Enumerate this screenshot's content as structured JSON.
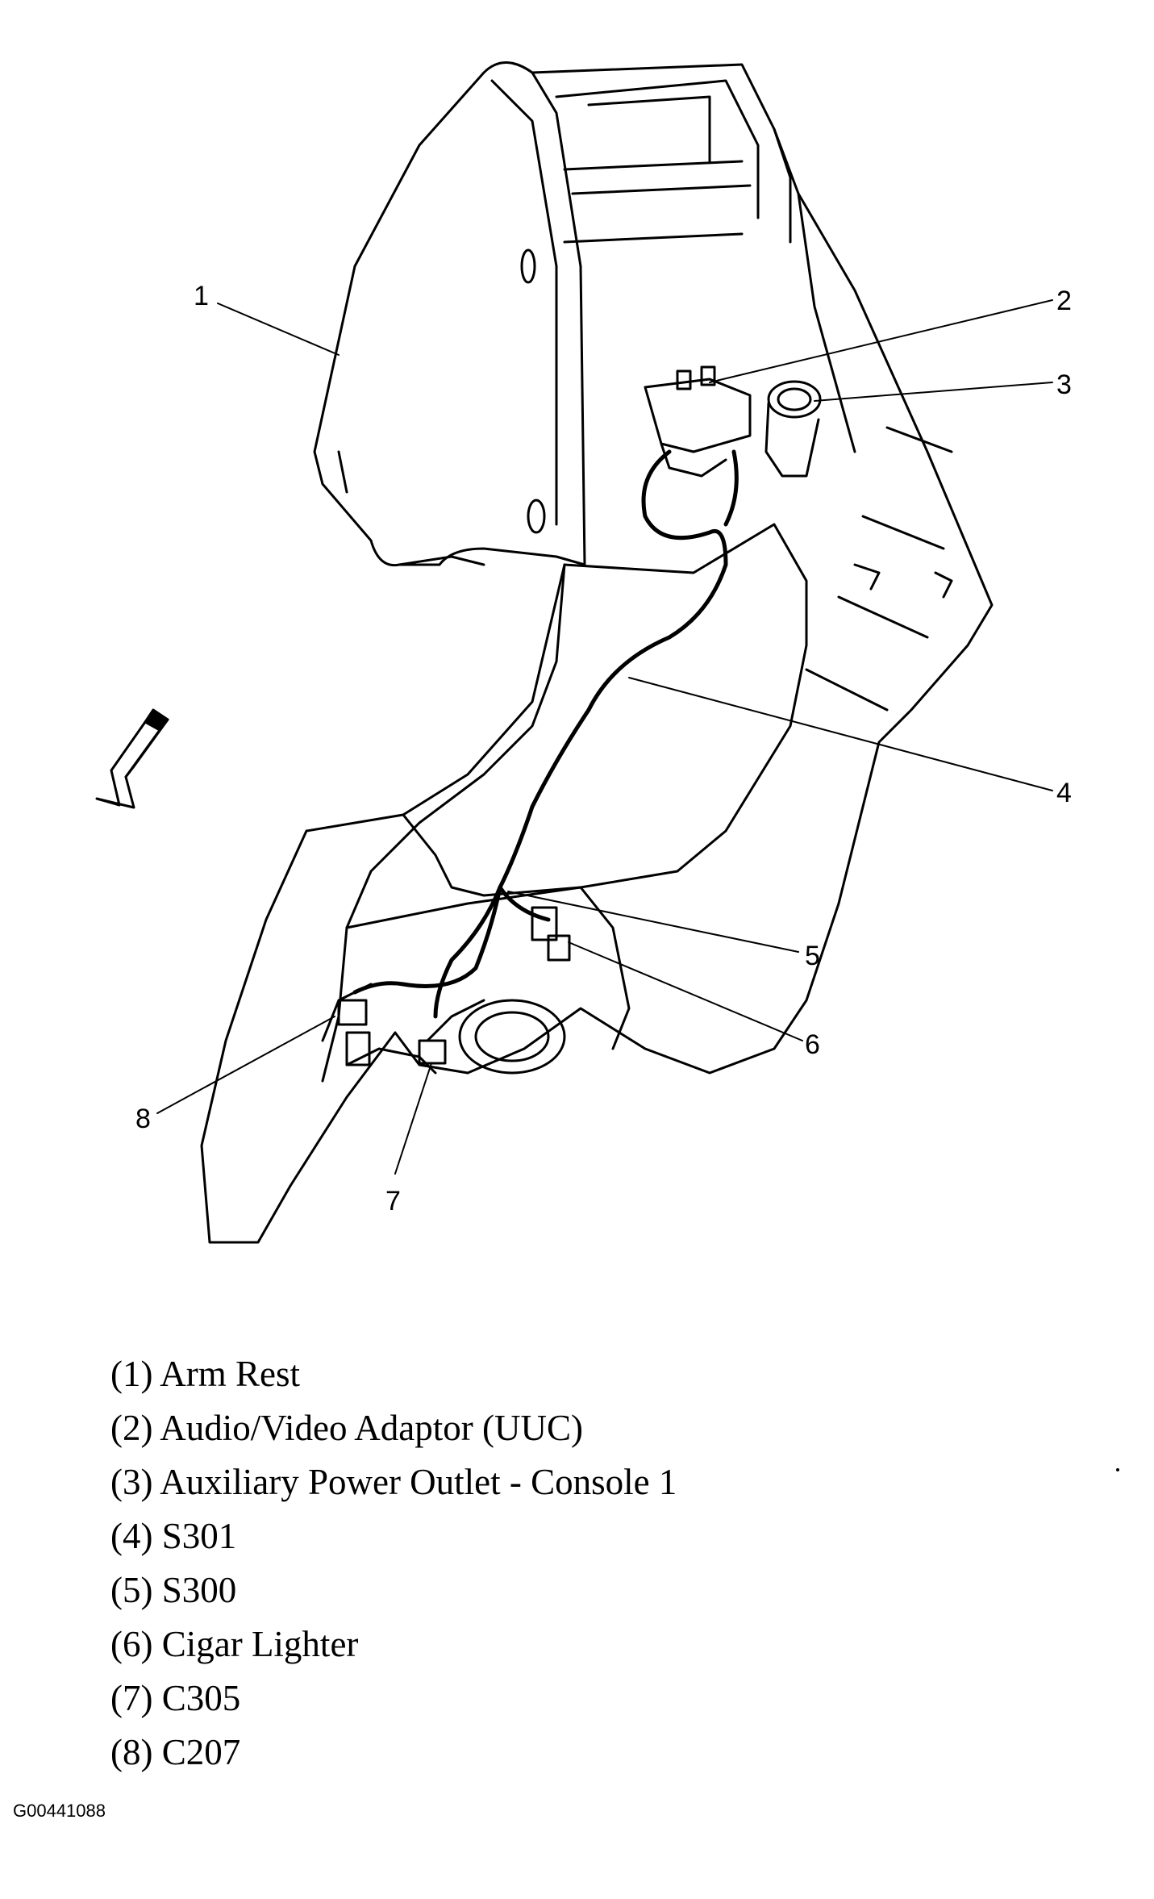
{
  "callouts": [
    "1",
    "2",
    "3",
    "4",
    "5",
    "6",
    "7",
    "8"
  ],
  "legend": [
    "(1) Arm Rest",
    "(2) Audio/Video Adaptor (UUC)",
    "(3) Auxiliary Power Outlet - Console 1",
    "(4) S301",
    "(5) S300",
    "(6) Cigar Lighter",
    "(7) C305",
    "(8) C207"
  ],
  "figure_id": "G00441088",
  "icons": {
    "direction_arrow": "front-direction-arrow-icon"
  },
  "colors": {
    "ink": "#000000",
    "background": "#ffffff"
  }
}
